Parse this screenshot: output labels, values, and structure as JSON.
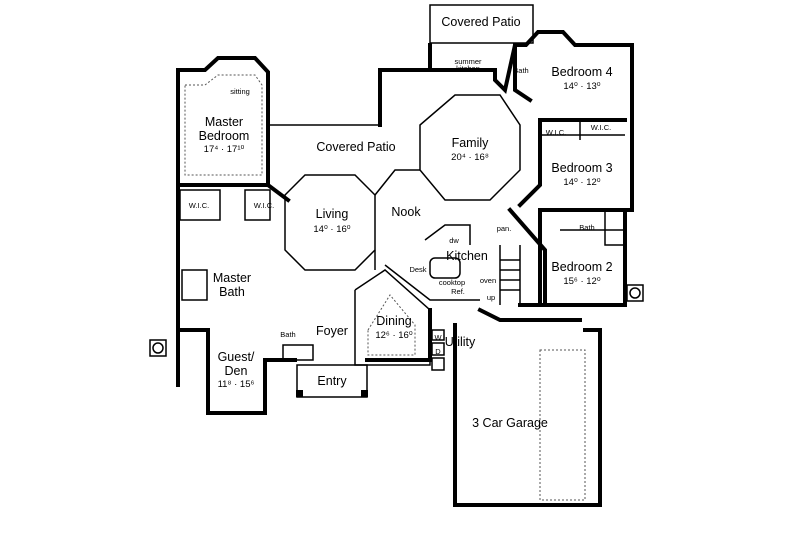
{
  "plan": {
    "rooms": [
      {
        "id": "covered-patio-top",
        "name": "Covered Patio",
        "dim": ""
      },
      {
        "id": "master-bedroom",
        "name": "Master Bedroom",
        "line1": "Master",
        "line2": "Bedroom",
        "dim": "17⁴ · 17¹⁰"
      },
      {
        "id": "covered-patio",
        "name": "Covered Patio",
        "dim": ""
      },
      {
        "id": "family",
        "name": "Family",
        "dim": "20⁴ · 16⁸"
      },
      {
        "id": "bedroom-4",
        "name": "Bedroom 4",
        "dim": "14⁰ · 13⁰"
      },
      {
        "id": "bedroom-3",
        "name": "Bedroom 3",
        "dim": "14⁰ · 12⁰"
      },
      {
        "id": "living",
        "name": "Living",
        "dim": "14⁰ · 16⁰"
      },
      {
        "id": "nook",
        "name": "Nook",
        "dim": ""
      },
      {
        "id": "kitchen",
        "name": "Kitchen",
        "dim": ""
      },
      {
        "id": "bedroom-2",
        "name": "Bedroom 2",
        "dim": "15⁶ · 12⁰"
      },
      {
        "id": "master-bath",
        "name": "Master Bath",
        "line1": "Master",
        "line2": "Bath",
        "dim": ""
      },
      {
        "id": "foyer",
        "name": "Foyer",
        "dim": ""
      },
      {
        "id": "dining",
        "name": "Dining",
        "dim": "12⁶ · 16⁰"
      },
      {
        "id": "utility",
        "name": "Utility",
        "dim": ""
      },
      {
        "id": "guest-den",
        "name": "Guest/Den",
        "line1": "Guest/",
        "line2": "Den",
        "dim": "11⁸ · 15⁶"
      },
      {
        "id": "entry",
        "name": "Entry",
        "dim": ""
      },
      {
        "id": "garage",
        "name": "3 Car Garage",
        "dim": ""
      }
    ],
    "small_labels": {
      "sitting": "sitting",
      "wic": "W.I.C.",
      "bath": "Bath",
      "summer_kitchen_1": "summer",
      "summer_kitchen_2": "kitchen",
      "dw": "dw",
      "pan": "pan.",
      "desk": "Desk",
      "cooktop": "cooktop",
      "oven": "oven",
      "ref": "Ref.",
      "up": "up",
      "washer": "W",
      "dryer": "D"
    }
  }
}
